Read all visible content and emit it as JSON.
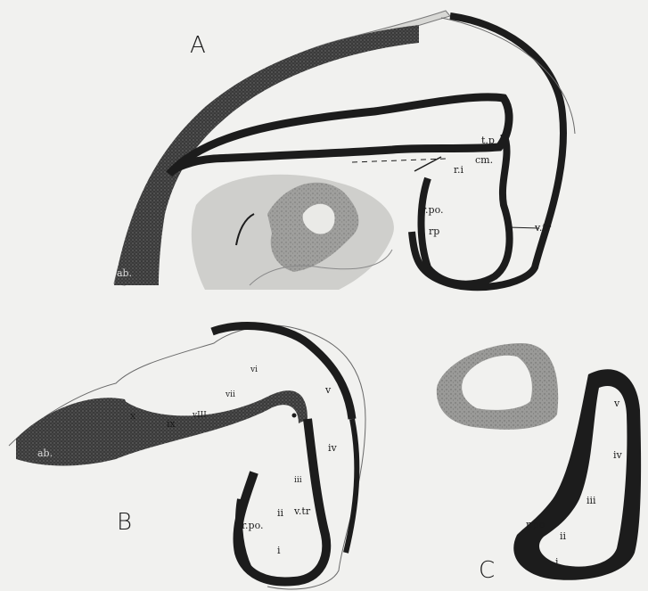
{
  "figures": [
    {
      "letter": "A",
      "labels": [
        "t.p",
        "r.i",
        "cm.",
        "r.po.",
        "rp",
        "v.tr",
        "ab."
      ]
    },
    {
      "letter": "B",
      "labels": [
        "vi",
        "vii",
        "v",
        "vIII",
        "x",
        "ix",
        "iv",
        "iii",
        "ii",
        "v.tr",
        "r.po.",
        "i",
        "ab."
      ]
    },
    {
      "letter": "C",
      "labels": [
        "v",
        "iv",
        "iii",
        "r.po",
        "ii",
        "i"
      ]
    }
  ],
  "colors": {
    "background": "#f1f1ef",
    "wall": "#1c1c1c",
    "stipple": "#6f6f6f",
    "shade": "#c9c9c6",
    "outline": "#4a4a4a"
  }
}
